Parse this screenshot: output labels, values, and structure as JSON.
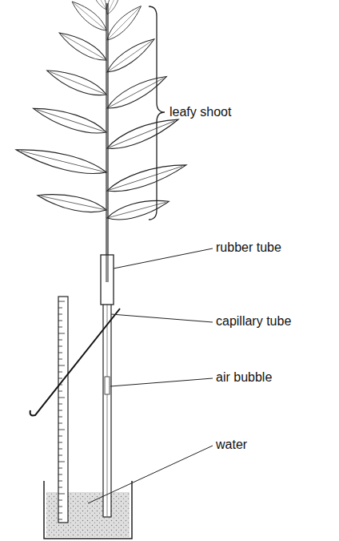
{
  "diagram": {
    "labels": [
      "leafy shoot",
      "rubber tube",
      "capillary tube",
      "air bubble",
      "water"
    ]
  }
}
